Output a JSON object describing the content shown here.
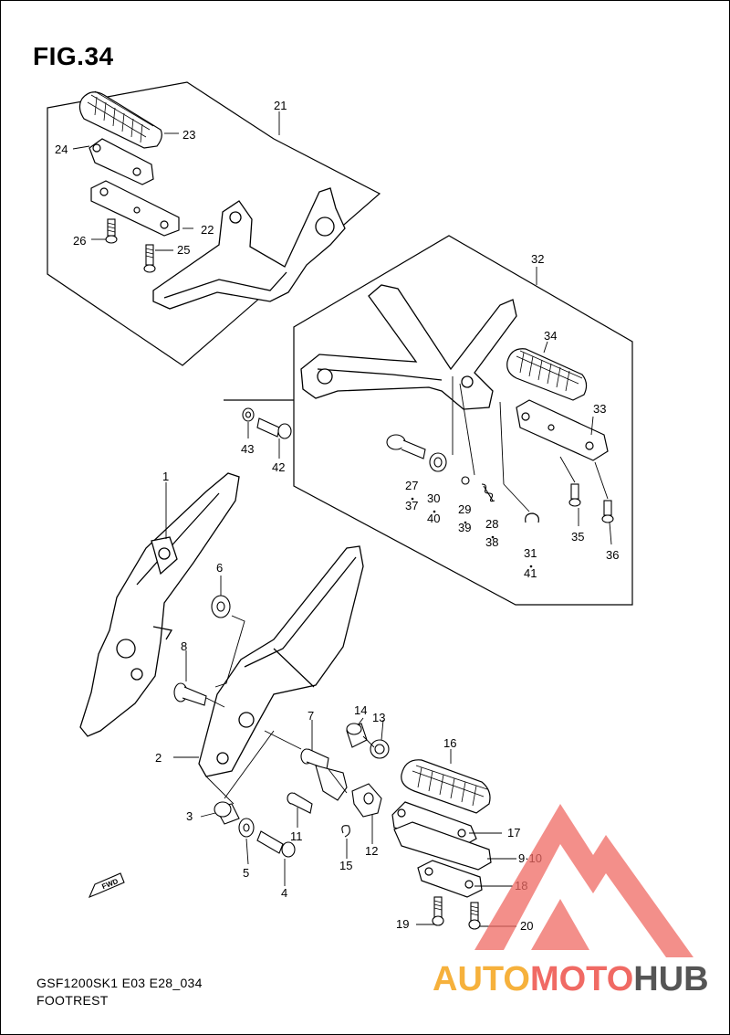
{
  "figure": {
    "title": "FIG.34"
  },
  "footer": {
    "model_code": "GSF1200SK1  E03  E28_034",
    "section_name": "FOOTREST"
  },
  "fwd_label": "FWD",
  "parts": {
    "p1": "1",
    "p2": "2",
    "p3": "3",
    "p4": "4",
    "p5": "5",
    "p6": "6",
    "p7": "7",
    "p8": "8",
    "p9_10": "9·10",
    "p11": "11",
    "p12": "12",
    "p13": "13",
    "p14": "14",
    "p15": "15",
    "p16": "16",
    "p17": "17",
    "p18": "18",
    "p19": "19",
    "p20": "20",
    "p21": "21",
    "p22": "22",
    "p23": "23",
    "p24": "24",
    "p25": "25",
    "p26": "26",
    "p27": "27",
    "p28": "28",
    "p29": "29",
    "p30": "30",
    "p31": "31",
    "p32": "32",
    "p33": "33",
    "p34": "34",
    "p35": "35",
    "p36": "36",
    "p37": "37",
    "p38": "38",
    "p39": "39",
    "p40": "40",
    "p41": "41",
    "p42": "42",
    "p43": "43"
  },
  "watermark": {
    "brand_a": "AUTO",
    "brand_b": "MOTO",
    "brand_c": "HUB",
    "color_a": "#f6b13c",
    "color_b": "#f06a64",
    "color_c": "#555555"
  }
}
